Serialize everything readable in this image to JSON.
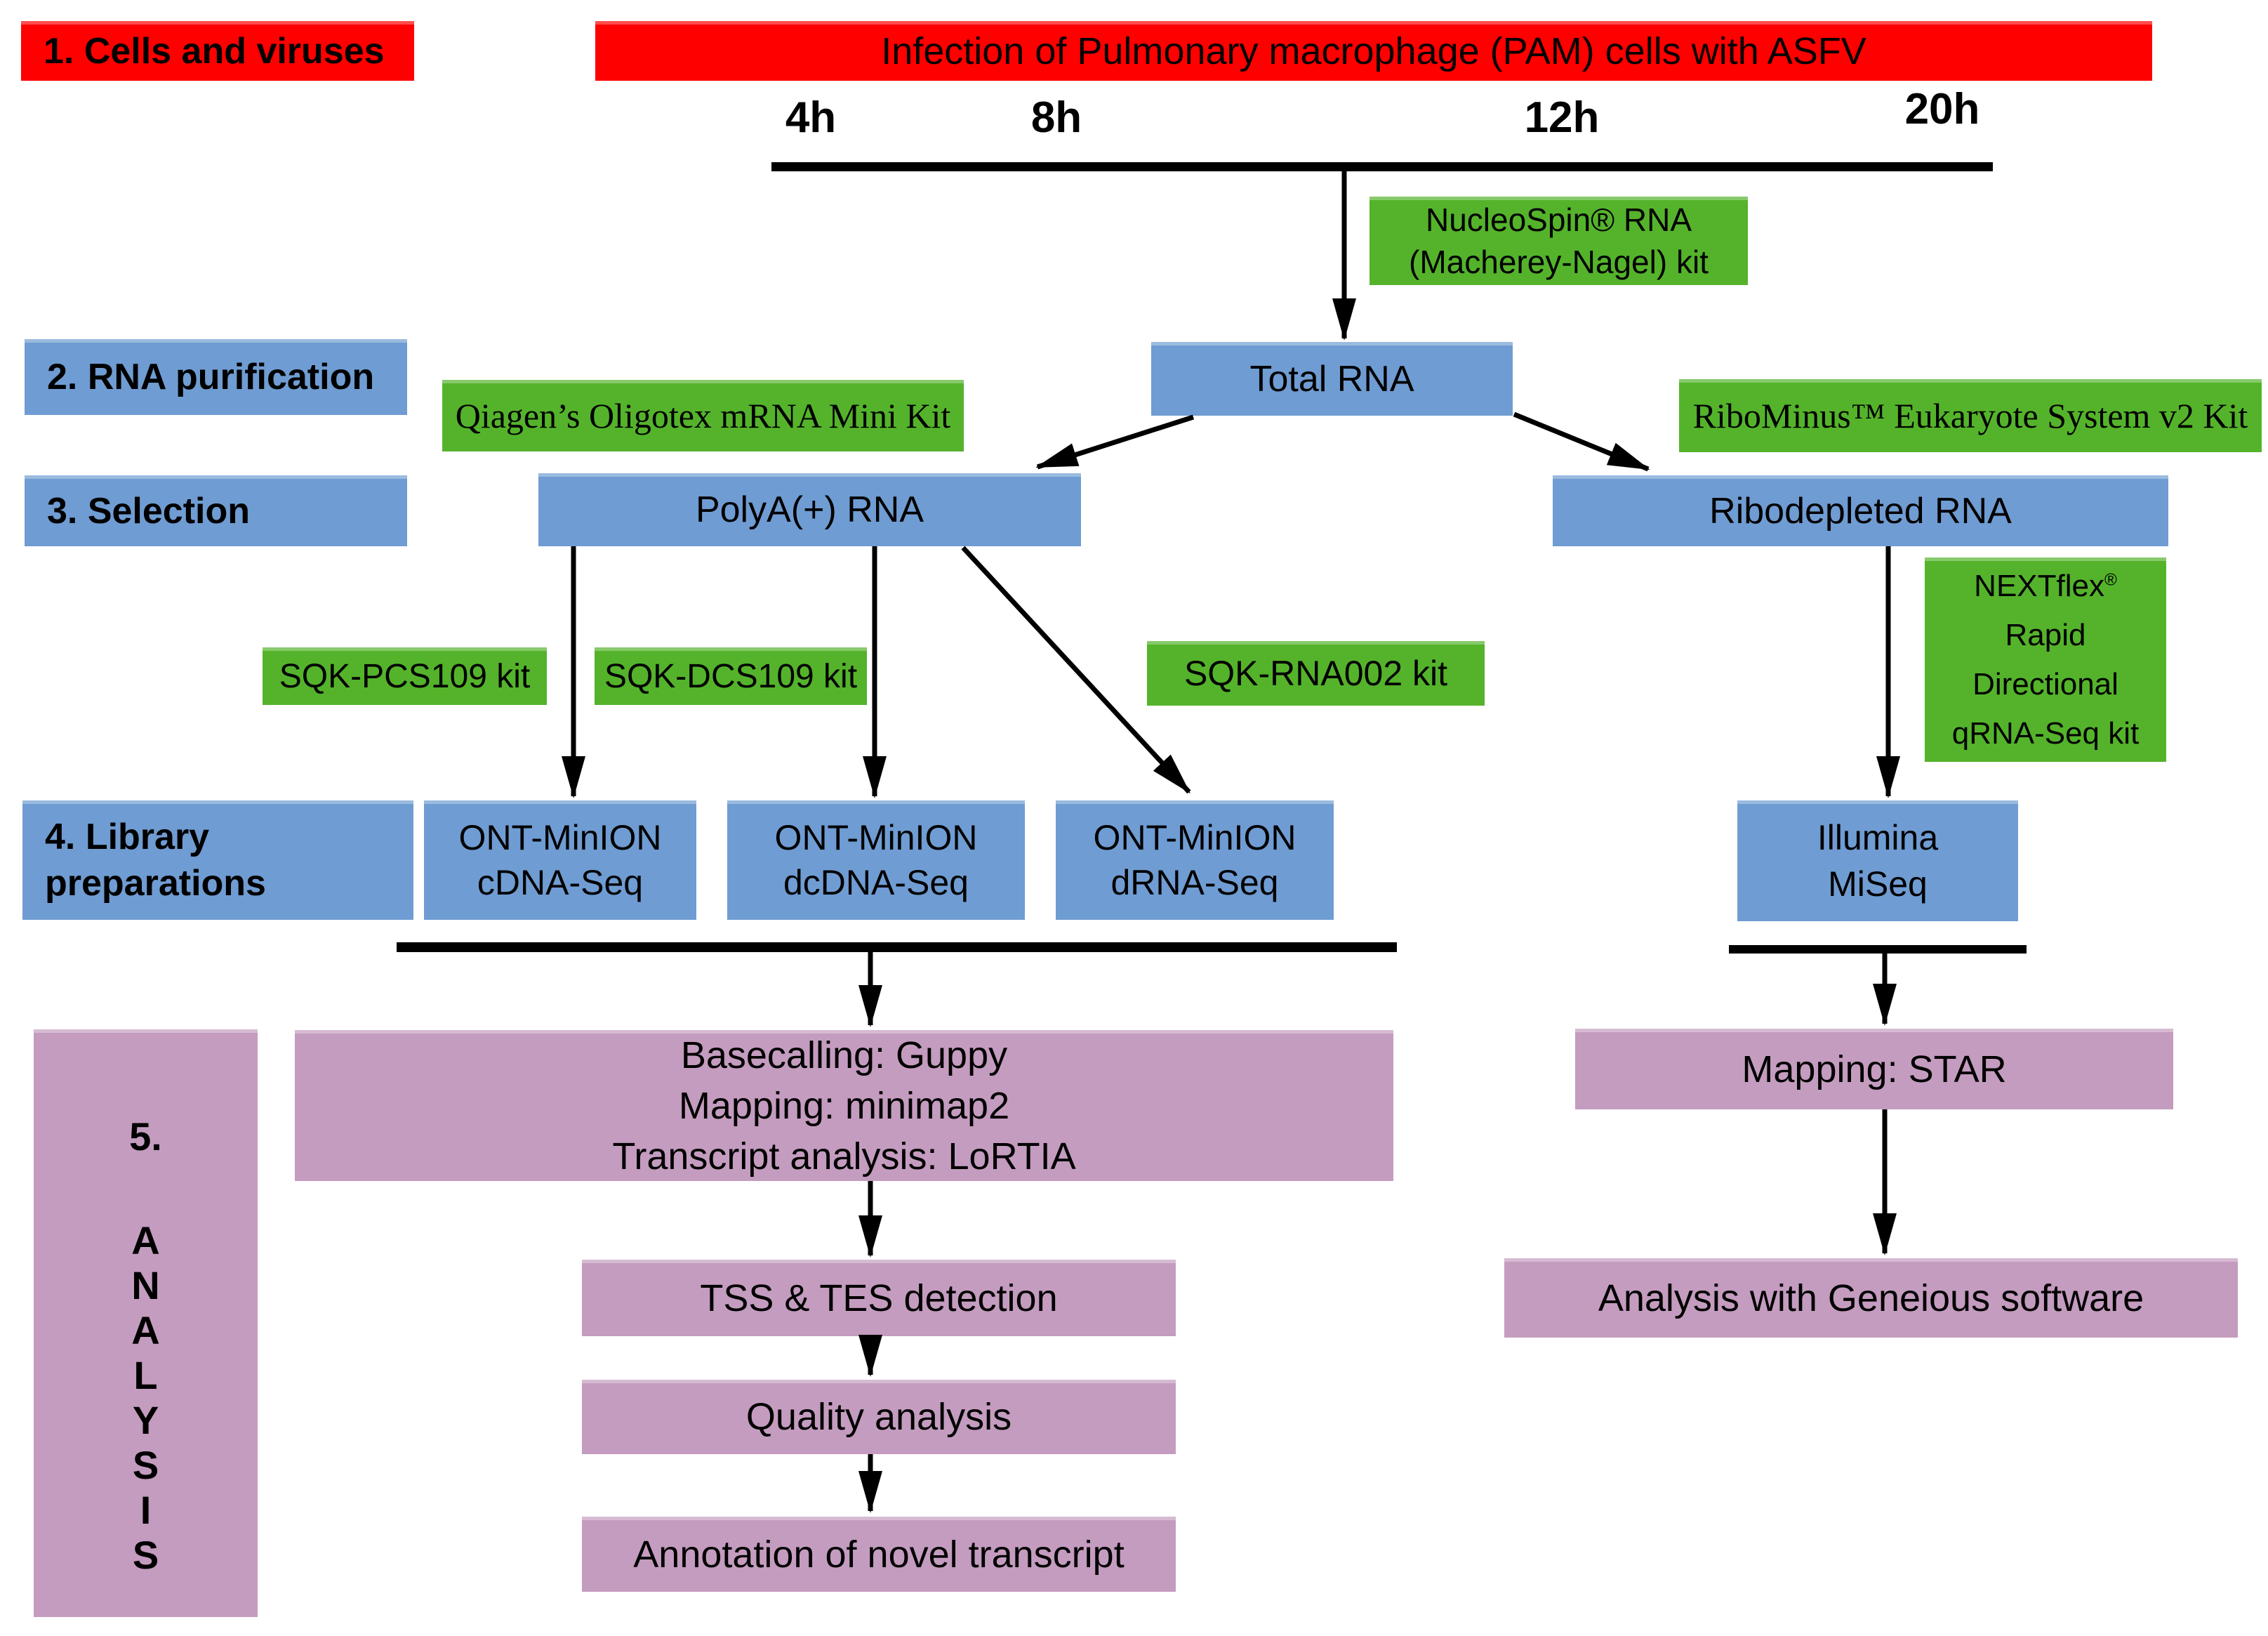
{
  "palette": {
    "red": "#ff0000",
    "blue": "#6f9cd2",
    "green": "#54b32b",
    "purple": "#c49cbf",
    "line": "#000000"
  },
  "steps": {
    "step1": "1. Cells and viruses",
    "step2": "2. RNA purification",
    "step3": "3. Selection",
    "step4_line1": "4. Library",
    "step4_line2": "preparations",
    "step5_number": "5.",
    "step5_letters": [
      "A",
      "N",
      "A",
      "L",
      "Y",
      "S",
      "I",
      "S"
    ]
  },
  "timeline": {
    "banner": "Infection of Pulmonary macrophage (PAM) cells with ASFV",
    "points": [
      "4h",
      "8h",
      "12h",
      "20h"
    ]
  },
  "kits": {
    "nucleospin": [
      "NucleoSpin® RNA",
      "(Macherey-Nagel) kit"
    ],
    "qiagen": "Qiagen’s Oligotex mRNA Mini Kit",
    "ribominus": "RiboMinus™ Eukaryote System v2 Kit",
    "sqk_pcs": "SQK-PCS109 kit",
    "sqk_dcs": "SQK-DCS109 kit",
    "sqk_rna": "SQK-RNA002 kit",
    "nextflex_name": "NEXTflex",
    "nextflex_reg": "®",
    "nextflex_lines": [
      "Rapid",
      "Directional",
      "qRNA-Seq kit"
    ]
  },
  "nodes": {
    "total_rna": "Total RNA",
    "polya": "PolyA(+) RNA",
    "ribodepleted": "Ribodepleted RNA",
    "ont_cdna": [
      "ONT-MinION",
      "cDNA-Seq"
    ],
    "ont_dcdna": [
      "ONT-MinION",
      "dcDNA-Seq"
    ],
    "ont_drna": [
      "ONT-MinION",
      "dRNA-Seq"
    ],
    "illumina": [
      "Illumina",
      "MiSeq"
    ],
    "basecalling": [
      "Basecalling: Guppy",
      "Mapping: minimap2",
      "Transcript analysis: LoRTIA"
    ],
    "tss": "TSS & TES detection",
    "quality": "Quality analysis",
    "annotation": "Annotation of novel transcript",
    "star": "Mapping: STAR",
    "geneious": "Analysis with Geneious software"
  }
}
